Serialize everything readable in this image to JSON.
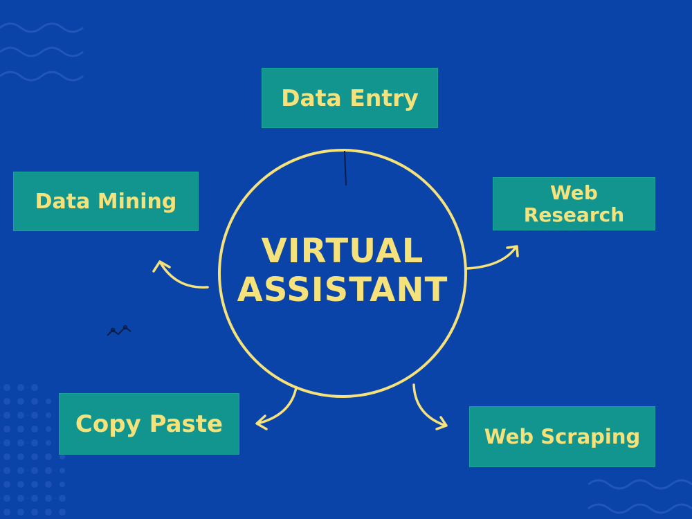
{
  "diagram": {
    "center": {
      "line1": "VIRTUAL",
      "line2": "ASSISTANT"
    },
    "nodes": [
      {
        "id": "data-entry",
        "label": "Data Entry"
      },
      {
        "id": "data-mining",
        "label": "Data Mining"
      },
      {
        "id": "web-research",
        "label_line1": "Web",
        "label_line2": "Research"
      },
      {
        "id": "copy-paste",
        "label": "Copy Paste"
      },
      {
        "id": "web-scraping",
        "label": "Web Scraping"
      }
    ]
  },
  "colors": {
    "background": "#0b44a8",
    "box_fill": "#12958f",
    "accent_yellow": "#f6e27a"
  }
}
